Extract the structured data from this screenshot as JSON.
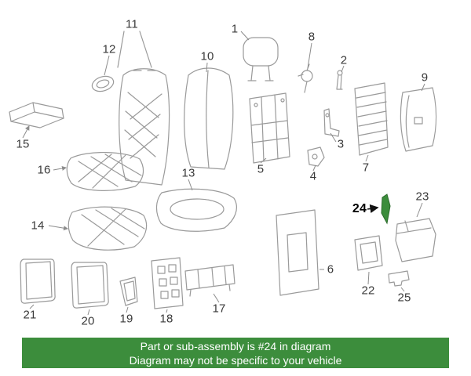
{
  "diagram": {
    "name": "exploded-seat-parts-diagram",
    "callouts": [
      {
        "number": "1"
      },
      {
        "number": "2"
      },
      {
        "number": "3"
      },
      {
        "number": "4"
      },
      {
        "number": "5"
      },
      {
        "number": "6"
      },
      {
        "number": "7"
      },
      {
        "number": "8"
      },
      {
        "number": "9"
      },
      {
        "number": "10"
      },
      {
        "number": "11"
      },
      {
        "number": "12"
      },
      {
        "number": "13"
      },
      {
        "number": "14"
      },
      {
        "number": "15"
      },
      {
        "number": "16"
      },
      {
        "number": "17"
      },
      {
        "number": "18"
      },
      {
        "number": "19"
      },
      {
        "number": "20"
      },
      {
        "number": "21"
      },
      {
        "number": "22"
      },
      {
        "number": "23"
      },
      {
        "number": "24"
      },
      {
        "number": "25"
      }
    ],
    "highlight": {
      "part_number": "24",
      "color": "#3c8d3c"
    }
  },
  "banner": {
    "line1": "Part or sub-assembly is #24 in diagram",
    "line2": "Diagram may not be specific to your vehicle",
    "background": "#3c8d3c",
    "text_color": "#ffffff"
  },
  "colors": {
    "sketch_stroke": "#9a9a9a",
    "leader_stroke": "#8c8c8c",
    "callout_text": "#3a3a3a"
  }
}
